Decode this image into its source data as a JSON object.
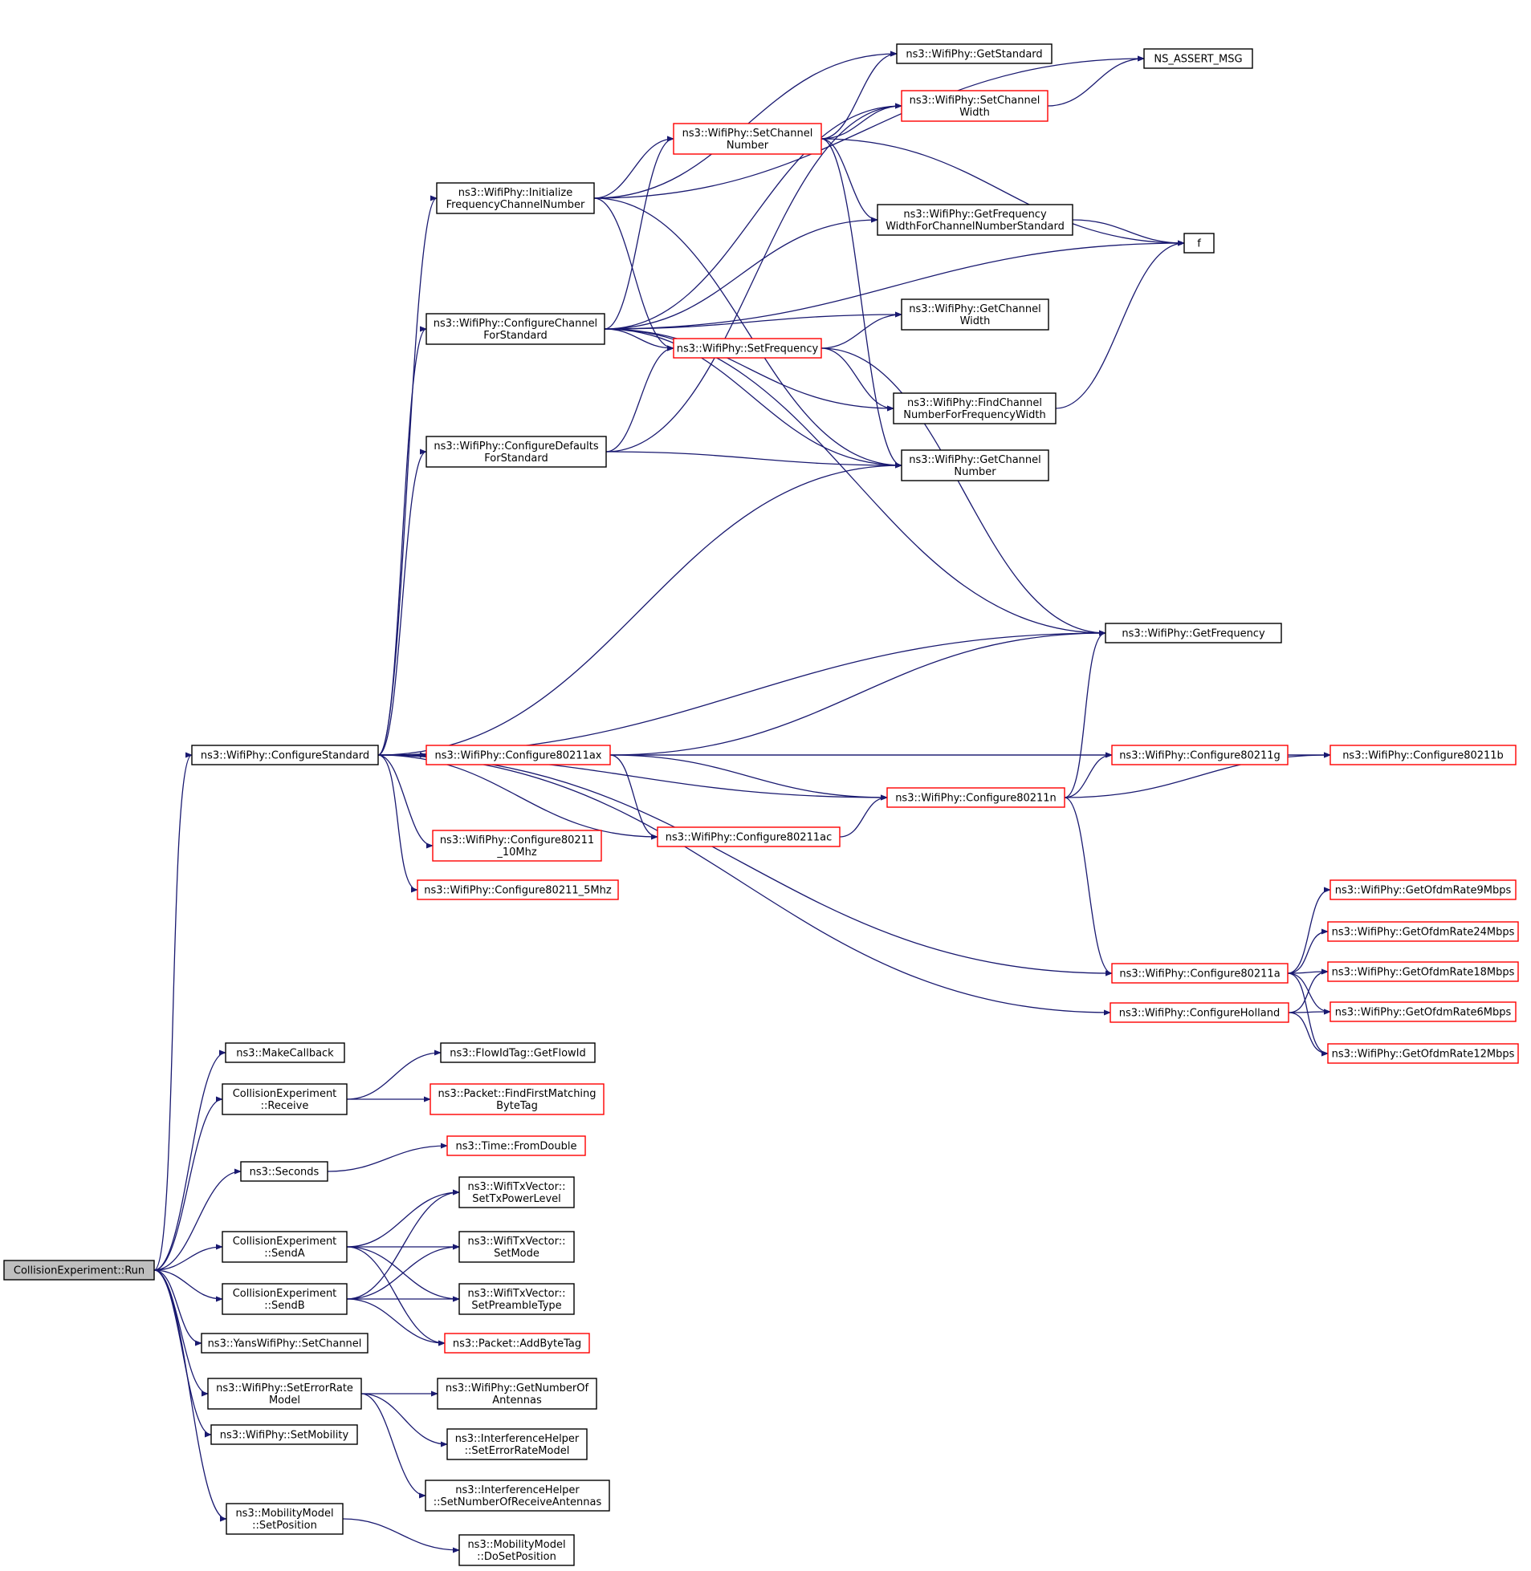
{
  "colors": {
    "edge": "#191970",
    "normal_border": "#000000",
    "truncated_border": "#ff0000",
    "root_fill": "#bfbfbf"
  },
  "nodes": {
    "run": {
      "lines": [
        "CollisionExperiment::Run"
      ],
      "style": "root"
    },
    "configureStandard": {
      "lines": [
        "ns3::WifiPhy::ConfigureStandard"
      ],
      "style": "black"
    },
    "initFreqChan": {
      "lines": [
        "ns3::WifiPhy::Initialize",
        "FrequencyChannelNumber"
      ],
      "style": "black"
    },
    "configChanForStd": {
      "lines": [
        "ns3::WifiPhy::ConfigureChannel",
        "ForStandard"
      ],
      "style": "black"
    },
    "configDefaults": {
      "lines": [
        "ns3::WifiPhy::ConfigureDefaults",
        "ForStandard"
      ],
      "style": "black"
    },
    "setChannelNumber": {
      "lines": [
        "ns3::WifiPhy::SetChannel",
        "Number"
      ],
      "style": "red"
    },
    "setFrequency": {
      "lines": [
        "ns3::WifiPhy::SetFrequency"
      ],
      "style": "red"
    },
    "getStandard": {
      "lines": [
        "ns3::WifiPhy::GetStandard"
      ],
      "style": "black"
    },
    "assertMsg": {
      "lines": [
        "NS_ASSERT_MSG"
      ],
      "style": "black"
    },
    "setChannelWidth": {
      "lines": [
        "ns3::WifiPhy::SetChannel",
        "Width"
      ],
      "style": "red"
    },
    "getFreqWidth": {
      "lines": [
        "ns3::WifiPhy::GetFrequency",
        "WidthForChannelNumberStandard"
      ],
      "style": "black"
    },
    "f": {
      "lines": [
        "f"
      ],
      "style": "black"
    },
    "getChannelWidth": {
      "lines": [
        "ns3::WifiPhy::GetChannel",
        "Width"
      ],
      "style": "black"
    },
    "findChannel": {
      "lines": [
        "ns3::WifiPhy::FindChannel",
        "NumberForFrequencyWidth"
      ],
      "style": "black"
    },
    "getChannelNumber": {
      "lines": [
        "ns3::WifiPhy::GetChannel",
        "Number"
      ],
      "style": "black"
    },
    "getFrequency": {
      "lines": [
        "ns3::WifiPhy::GetFrequency"
      ],
      "style": "black"
    },
    "c80211ax": {
      "lines": [
        "ns3::WifiPhy::Configure80211ax"
      ],
      "style": "red"
    },
    "c80211g": {
      "lines": [
        "ns3::WifiPhy::Configure80211g"
      ],
      "style": "red"
    },
    "c80211b": {
      "lines": [
        "ns3::WifiPhy::Configure80211b"
      ],
      "style": "red"
    },
    "c80211n": {
      "lines": [
        "ns3::WifiPhy::Configure80211n"
      ],
      "style": "red"
    },
    "c80211ac": {
      "lines": [
        "ns3::WifiPhy::Configure80211ac"
      ],
      "style": "red"
    },
    "c10mhz": {
      "lines": [
        "ns3::WifiPhy::Configure80211",
        "_10Mhz"
      ],
      "style": "red"
    },
    "c5mhz": {
      "lines": [
        "ns3::WifiPhy::Configure80211_5Mhz"
      ],
      "style": "red"
    },
    "c80211a": {
      "lines": [
        "ns3::WifiPhy::Configure80211a"
      ],
      "style": "red"
    },
    "cHolland": {
      "lines": [
        "ns3::WifiPhy::ConfigureHolland"
      ],
      "style": "red"
    },
    "ofdm9": {
      "lines": [
        "ns3::WifiPhy::GetOfdmRate9Mbps"
      ],
      "style": "red"
    },
    "ofdm24": {
      "lines": [
        "ns3::WifiPhy::GetOfdmRate24Mbps"
      ],
      "style": "red"
    },
    "ofdm18": {
      "lines": [
        "ns3::WifiPhy::GetOfdmRate18Mbps"
      ],
      "style": "red"
    },
    "ofdm6": {
      "lines": [
        "ns3::WifiPhy::GetOfdmRate6Mbps"
      ],
      "style": "red"
    },
    "ofdm12": {
      "lines": [
        "ns3::WifiPhy::GetOfdmRate12Mbps"
      ],
      "style": "red"
    },
    "makeCallback": {
      "lines": [
        "ns3::MakeCallback"
      ],
      "style": "black"
    },
    "receive": {
      "lines": [
        "CollisionExperiment",
        "::Receive"
      ],
      "style": "black"
    },
    "getFlowId": {
      "lines": [
        "ns3::FlowIdTag::GetFlowId"
      ],
      "style": "black"
    },
    "findFirstMatching": {
      "lines": [
        "ns3::Packet::FindFirstMatching",
        "ByteTag"
      ],
      "style": "red"
    },
    "seconds": {
      "lines": [
        "ns3::Seconds"
      ],
      "style": "black"
    },
    "fromDouble": {
      "lines": [
        "ns3::Time::FromDouble"
      ],
      "style": "red"
    },
    "sendA": {
      "lines": [
        "CollisionExperiment",
        "::SendA"
      ],
      "style": "black"
    },
    "sendB": {
      "lines": [
        "CollisionExperiment",
        "::SendB"
      ],
      "style": "black"
    },
    "setTxPower": {
      "lines": [
        "ns3::WifiTxVector::",
        "SetTxPowerLevel"
      ],
      "style": "black"
    },
    "setMode": {
      "lines": [
        "ns3::WifiTxVector::",
        "SetMode"
      ],
      "style": "black"
    },
    "setPreamble": {
      "lines": [
        "ns3::WifiTxVector::",
        "SetPreambleType"
      ],
      "style": "black"
    },
    "addByteTag": {
      "lines": [
        "ns3::Packet::AddByteTag"
      ],
      "style": "red"
    },
    "yansSetChannel": {
      "lines": [
        "ns3::YansWifiPhy::SetChannel"
      ],
      "style": "black"
    },
    "setErrorRate": {
      "lines": [
        "ns3::WifiPhy::SetErrorRate",
        "Model"
      ],
      "style": "black"
    },
    "getNumAntennas": {
      "lines": [
        "ns3::WifiPhy::GetNumberOf",
        "Antennas"
      ],
      "style": "black"
    },
    "ihSetErrorRate": {
      "lines": [
        "ns3::InterferenceHelper",
        "::SetErrorRateModel"
      ],
      "style": "black"
    },
    "ihSetNumAntennas": {
      "lines": [
        "ns3::InterferenceHelper",
        "::SetNumberOfReceiveAntennas"
      ],
      "style": "black"
    },
    "setMobility": {
      "lines": [
        "ns3::WifiPhy::SetMobility"
      ],
      "style": "black"
    },
    "setPosition": {
      "lines": [
        "ns3::MobilityModel",
        "::SetPosition"
      ],
      "style": "black"
    },
    "doSetPosition": {
      "lines": [
        "ns3::MobilityModel",
        "::DoSetPosition"
      ],
      "style": "black"
    }
  },
  "edges": [
    [
      "run",
      "configureStandard"
    ],
    [
      "run",
      "makeCallback"
    ],
    [
      "run",
      "receive"
    ],
    [
      "run",
      "seconds"
    ],
    [
      "run",
      "sendA"
    ],
    [
      "run",
      "sendB"
    ],
    [
      "run",
      "yansSetChannel"
    ],
    [
      "run",
      "setErrorRate"
    ],
    [
      "run",
      "setMobility"
    ],
    [
      "run",
      "setPosition"
    ],
    [
      "configureStandard",
      "initFreqChan"
    ],
    [
      "configureStandard",
      "configChanForStd"
    ],
    [
      "configureStandard",
      "configDefaults"
    ],
    [
      "configureStandard",
      "getChannelNumber"
    ],
    [
      "configureStandard",
      "getFrequency"
    ],
    [
      "configureStandard",
      "c80211b"
    ],
    [
      "configureStandard",
      "c80211g"
    ],
    [
      "configureStandard",
      "c80211ax"
    ],
    [
      "configureStandard",
      "c80211ac"
    ],
    [
      "configureStandard",
      "c10mhz"
    ],
    [
      "configureStandard",
      "c5mhz"
    ],
    [
      "configureStandard",
      "c80211n"
    ],
    [
      "configureStandard",
      "c80211a"
    ],
    [
      "configureStandard",
      "cHolland"
    ],
    [
      "initFreqChan",
      "assertMsg"
    ],
    [
      "initFreqChan",
      "getStandard"
    ],
    [
      "initFreqChan",
      "setChannelNumber"
    ],
    [
      "initFreqChan",
      "setFrequency"
    ],
    [
      "initFreqChan",
      "getChannelNumber"
    ],
    [
      "configChanForStd",
      "setChannelNumber"
    ],
    [
      "configChanForStd",
      "setChannelWidth"
    ],
    [
      "configChanForStd",
      "getFreqWidth"
    ],
    [
      "configChanForStd",
      "f"
    ],
    [
      "configChanForStd",
      "getChannelWidth"
    ],
    [
      "configChanForStd",
      "setFrequency"
    ],
    [
      "configChanForStd",
      "findChannel"
    ],
    [
      "configChanForStd",
      "getChannelNumber"
    ],
    [
      "configChanForStd",
      "getFrequency"
    ],
    [
      "configDefaults",
      "setChannelWidth"
    ],
    [
      "configDefaults",
      "setFrequency"
    ],
    [
      "configDefaults",
      "getChannelNumber"
    ],
    [
      "setChannelNumber",
      "getStandard"
    ],
    [
      "setChannelNumber",
      "setChannelWidth"
    ],
    [
      "setChannelNumber",
      "getFreqWidth"
    ],
    [
      "setChannelNumber",
      "f"
    ],
    [
      "setChannelNumber",
      "getChannelNumber"
    ],
    [
      "setChannelWidth",
      "assertMsg"
    ],
    [
      "getFreqWidth",
      "f"
    ],
    [
      "setFrequency",
      "getChannelWidth"
    ],
    [
      "setFrequency",
      "findChannel"
    ],
    [
      "setFrequency",
      "getFrequency"
    ],
    [
      "findChannel",
      "f"
    ],
    [
      "c80211ax",
      "getFrequency"
    ],
    [
      "c80211ax",
      "c80211n"
    ],
    [
      "c80211ax",
      "c80211ac"
    ],
    [
      "c80211ac",
      "c80211n"
    ],
    [
      "c80211n",
      "getFrequency"
    ],
    [
      "c80211n",
      "c80211g"
    ],
    [
      "c80211n",
      "c80211b"
    ],
    [
      "c80211n",
      "c80211a"
    ],
    [
      "c80211g",
      "c80211b"
    ],
    [
      "c80211a",
      "ofdm9"
    ],
    [
      "c80211a",
      "ofdm24"
    ],
    [
      "c80211a",
      "ofdm18"
    ],
    [
      "c80211a",
      "ofdm6"
    ],
    [
      "c80211a",
      "ofdm12"
    ],
    [
      "cHolland",
      "ofdm18"
    ],
    [
      "cHolland",
      "ofdm6"
    ],
    [
      "cHolland",
      "ofdm12"
    ],
    [
      "receive",
      "getFlowId"
    ],
    [
      "receive",
      "findFirstMatching"
    ],
    [
      "seconds",
      "fromDouble"
    ],
    [
      "sendA",
      "setTxPower"
    ],
    [
      "sendA",
      "setMode"
    ],
    [
      "sendA",
      "setPreamble"
    ],
    [
      "sendA",
      "addByteTag"
    ],
    [
      "sendB",
      "setTxPower"
    ],
    [
      "sendB",
      "setMode"
    ],
    [
      "sendB",
      "setPreamble"
    ],
    [
      "sendB",
      "addByteTag"
    ],
    [
      "setErrorRate",
      "getNumAntennas"
    ],
    [
      "setErrorRate",
      "ihSetErrorRate"
    ],
    [
      "setErrorRate",
      "ihSetNumAntennas"
    ],
    [
      "setPosition",
      "doSetPosition"
    ]
  ]
}
